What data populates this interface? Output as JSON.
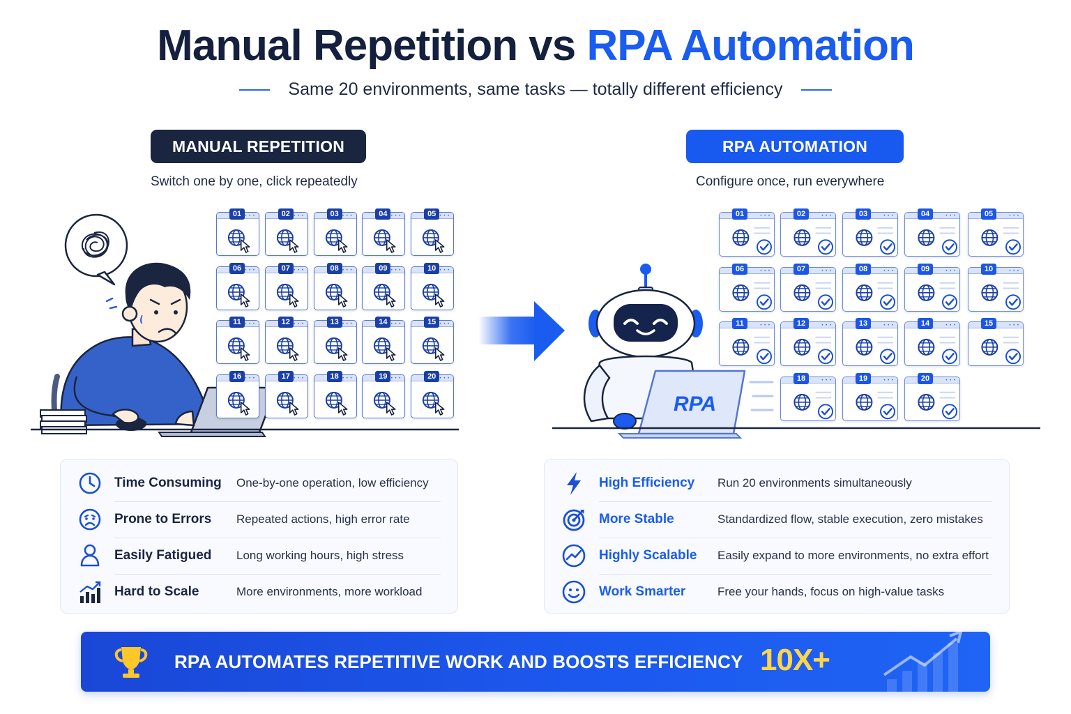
{
  "header": {
    "title_part1": "Manual Repetition vs ",
    "title_part2": "RPA Automation",
    "subtitle": "Same 20 environments, same tasks — totally different efficiency"
  },
  "manual": {
    "pill": "MANUAL REPETITION",
    "caption": "Switch one by one, click repeatedly",
    "tiles": [
      "01",
      "02",
      "03",
      "04",
      "05",
      "06",
      "07",
      "08",
      "09",
      "10",
      "11",
      "12",
      "13",
      "14",
      "15",
      "16",
      "17",
      "18",
      "19",
      "20"
    ],
    "items": [
      {
        "icon": "clock-icon",
        "name": "Time Consuming",
        "desc": "One-by-one operation, low efficiency"
      },
      {
        "icon": "sad-face-icon",
        "name": "Prone to Errors",
        "desc": "Repeated actions, high error rate"
      },
      {
        "icon": "person-icon",
        "name": "Easily Fatigued",
        "desc": "Long working hours, high stress"
      },
      {
        "icon": "bar-chart-icon",
        "name": "Hard to Scale",
        "desc": "More environments, more workload"
      }
    ]
  },
  "rpa": {
    "pill": "RPA AUTOMATION",
    "caption": "Configure once, run everywhere",
    "laptop_label": "RPA",
    "tiles": [
      "01",
      "02",
      "03",
      "04",
      "05",
      "06",
      "07",
      "08",
      "09",
      "10",
      "11",
      "12",
      "13",
      "14",
      "15",
      "18",
      "19",
      "20"
    ],
    "items": [
      {
        "icon": "lightning-icon",
        "name": "High Efficiency",
        "desc": "Run 20 environments simultaneously"
      },
      {
        "icon": "target-icon",
        "name": "More Stable",
        "desc": "Standardized flow, stable execution, zero mistakes"
      },
      {
        "icon": "trend-icon",
        "name": "Highly Scalable",
        "desc": "Easily expand to more environments, no extra effort"
      },
      {
        "icon": "smile-icon",
        "name": "Work Smarter",
        "desc": "Free your hands, focus on high-value tasks"
      }
    ]
  },
  "banner": {
    "text": "RPA AUTOMATES REPETITIVE WORK AND BOOSTS EFFICIENCY",
    "highlight": "10X+"
  },
  "colors": {
    "navy": "#1a2540",
    "blue": "#1a5cf0",
    "gold": "#ffd54a"
  }
}
